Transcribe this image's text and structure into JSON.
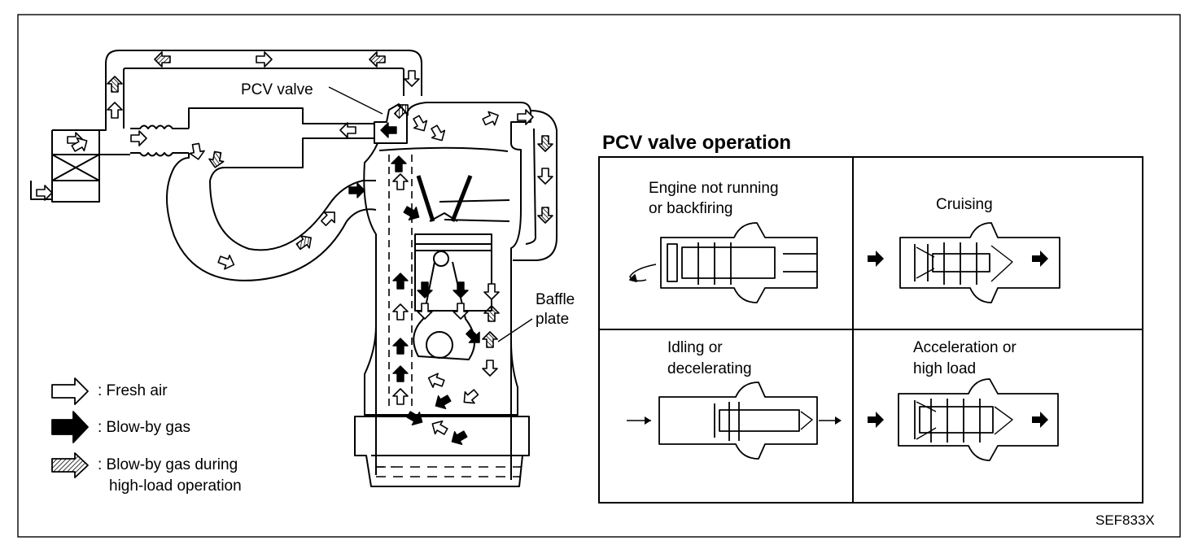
{
  "labels": {
    "pcv_valve": "PCV valve",
    "baffle_plate": [
      "Baffle",
      "plate"
    ]
  },
  "legend": {
    "fresh_air": ": Fresh air",
    "blow_by_gas": ": Blow-by gas",
    "blow_by_high_load": [
      ": Blow-by gas during",
      "high-load operation"
    ]
  },
  "operation": {
    "title": "PCV valve operation",
    "cells": {
      "not_running": [
        "Engine not running",
        "or backfiring"
      ],
      "cruising": [
        "Cruising"
      ],
      "idling": [
        "Idling or",
        "decelerating"
      ],
      "acceleration": [
        "Acceleration or",
        "high load"
      ]
    }
  },
  "reference_code": "SEF833X"
}
